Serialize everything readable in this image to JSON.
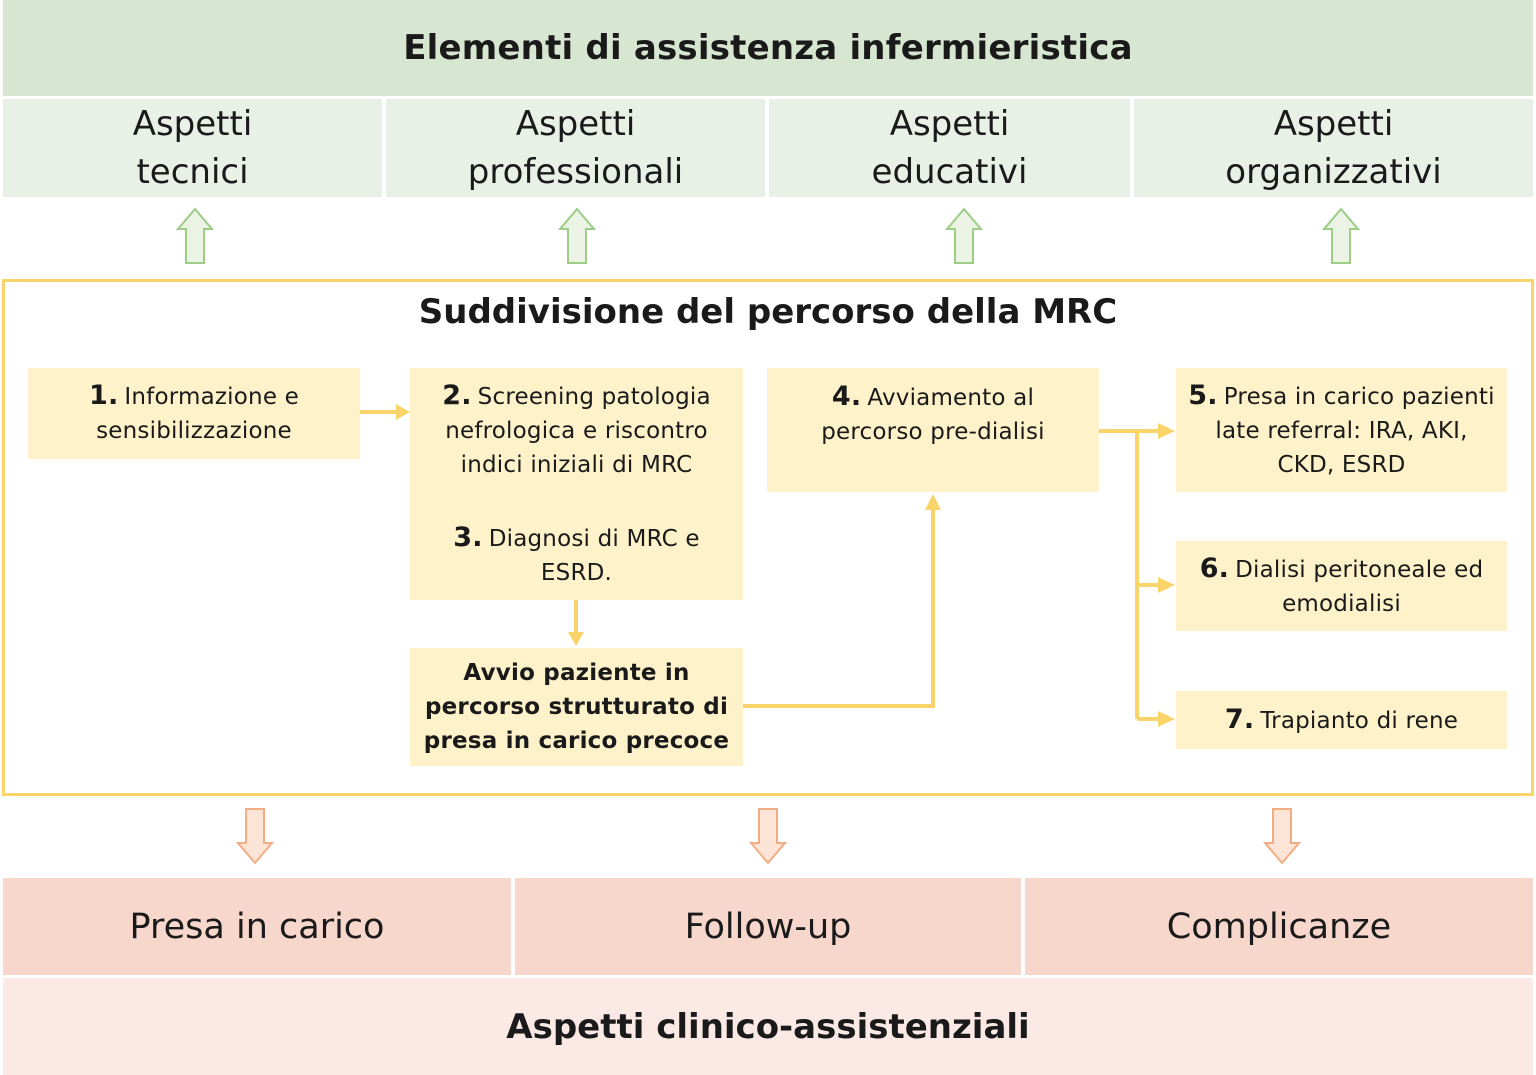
{
  "top": {
    "title": "Elementi di assistenza infermieristica",
    "categories": [
      {
        "line1": "Aspetti",
        "line2": "tecnici"
      },
      {
        "line1": "Aspetti",
        "line2": "professionali"
      },
      {
        "line1": "Aspetti",
        "line2": "educativi"
      },
      {
        "line1": "Aspetti",
        "line2": "organizzativi"
      }
    ]
  },
  "middle": {
    "title": "Suddivisione del percorso della MRC",
    "steps": {
      "s1": {
        "num": "1.",
        "line1": "Informazione e",
        "line2": "sensibilizzazione"
      },
      "s2": {
        "num": "2.",
        "line1": "Screening patologia",
        "line2": "nefrologica e riscontro",
        "line3": "indici iniziali di MRC"
      },
      "s3": {
        "num": "3.",
        "line1": "Diagnosi di MRC e",
        "line2": "ESRD."
      },
      "avvio": {
        "line1": "Avvio paziente in",
        "line2": "percorso strutturato di",
        "line3": "presa in carico precoce"
      },
      "s4": {
        "num": "4.",
        "line1": "Avviamento al",
        "line2": "percorso pre-dialisi"
      },
      "s5": {
        "num": "5.",
        "line1": "Presa in carico pazienti",
        "line2": "late referral: IRA, AKI,",
        "line3": "CKD, ESRD"
      },
      "s6": {
        "num": "6.",
        "line1": "Dialisi peritoneale ed",
        "line2": "emodialisi"
      },
      "s7": {
        "num": "7.",
        "line1": "Trapianto di rene"
      }
    }
  },
  "bottom": {
    "categories": [
      "Presa in carico",
      "Follow-up",
      "Complicanze"
    ],
    "title": "Aspetti clinico-assistenziali"
  },
  "colors": {
    "green_header": "#d7e6d1",
    "green_light": "#e9f1e6",
    "yellow_frame": "#f8d46a",
    "yellow_box": "#fdf2c9",
    "salmon_header": "#f7d7cc",
    "pink_light": "#fbe9e6"
  }
}
